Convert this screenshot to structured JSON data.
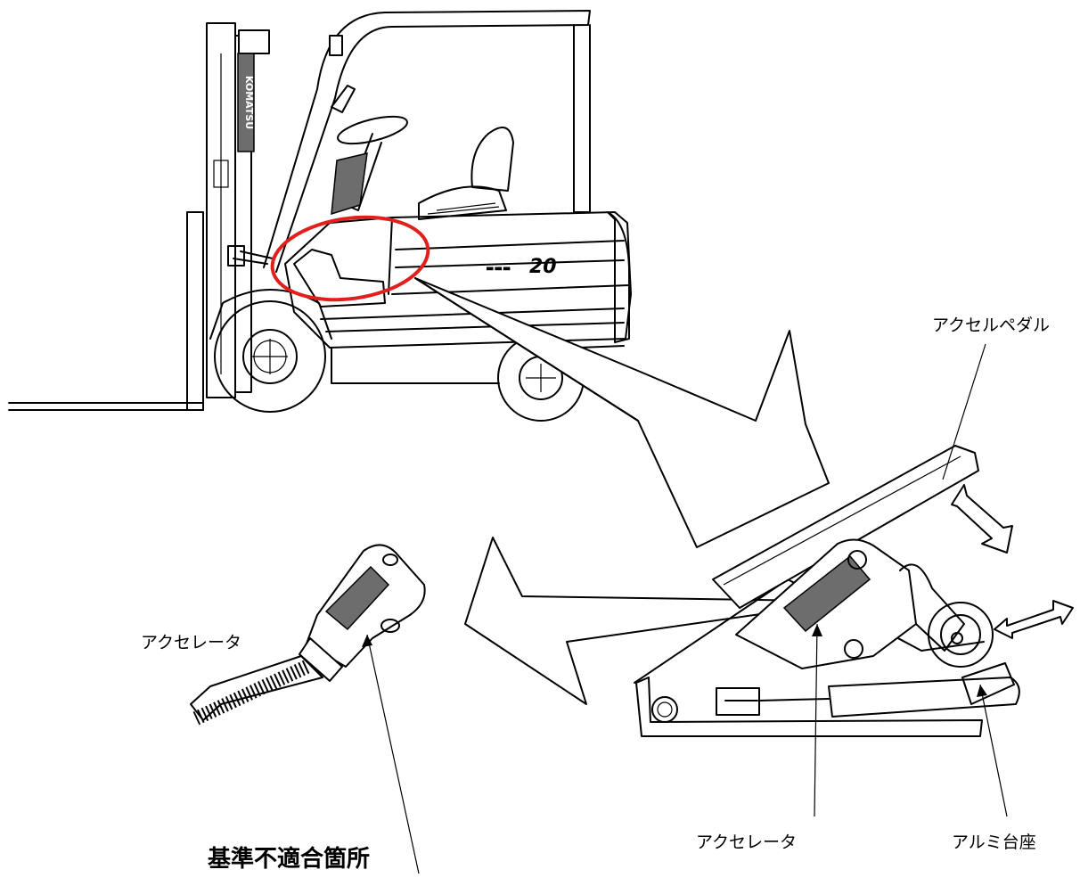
{
  "labels": {
    "accel_pedal": "アクセルペダル",
    "accelerator_left": "アクセレータ",
    "accelerator_right": "アクセレータ",
    "aluminum_base": "アルミ台座",
    "nonconforming_part": "基準不適合箇所"
  },
  "forklift": {
    "brand_text": "KOMATSU",
    "model_text": "20"
  },
  "colors": {
    "highlight": "#e0201c",
    "line": "#000000",
    "background": "#ffffff"
  }
}
